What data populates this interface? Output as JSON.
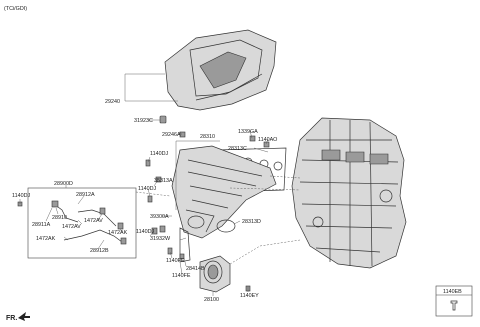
{
  "variant": "(TCi/GDI)",
  "footer_mark": "FR.",
  "labels": {
    "p29240": "29240",
    "p31923C": "31923C",
    "p29246A": "29246A",
    "p28310": "28310",
    "p1339GA": "1339GA",
    "p1140AO": "1140AO",
    "p28313C": "28313C",
    "p1140DJ_a": "1140DJ",
    "p35313A": "35313A",
    "p1140DJ_b": "1140DJ",
    "p1140DJ_c": "1140DJ",
    "p28900D": "28900D",
    "p28912A": "28912A",
    "p28910": "28910",
    "p28911A": "28911A",
    "p1472AV_a": "1472AV",
    "p1472AV_b": "1472AV",
    "p1472AK_a": "1472AK",
    "p1472AK_b": "1472AK",
    "p28912B": "28912B",
    "p39300A": "39300A",
    "p1140DJ_d": "1140DJ",
    "p31932W": "31932W",
    "p28313D": "28313D",
    "p1140FE_a": "1140FE",
    "p28414B": "28414B",
    "p1140FE_b": "1140FE",
    "p28100": "28100",
    "p1140EY": "1140EY",
    "p1140EB": "1140EB"
  }
}
